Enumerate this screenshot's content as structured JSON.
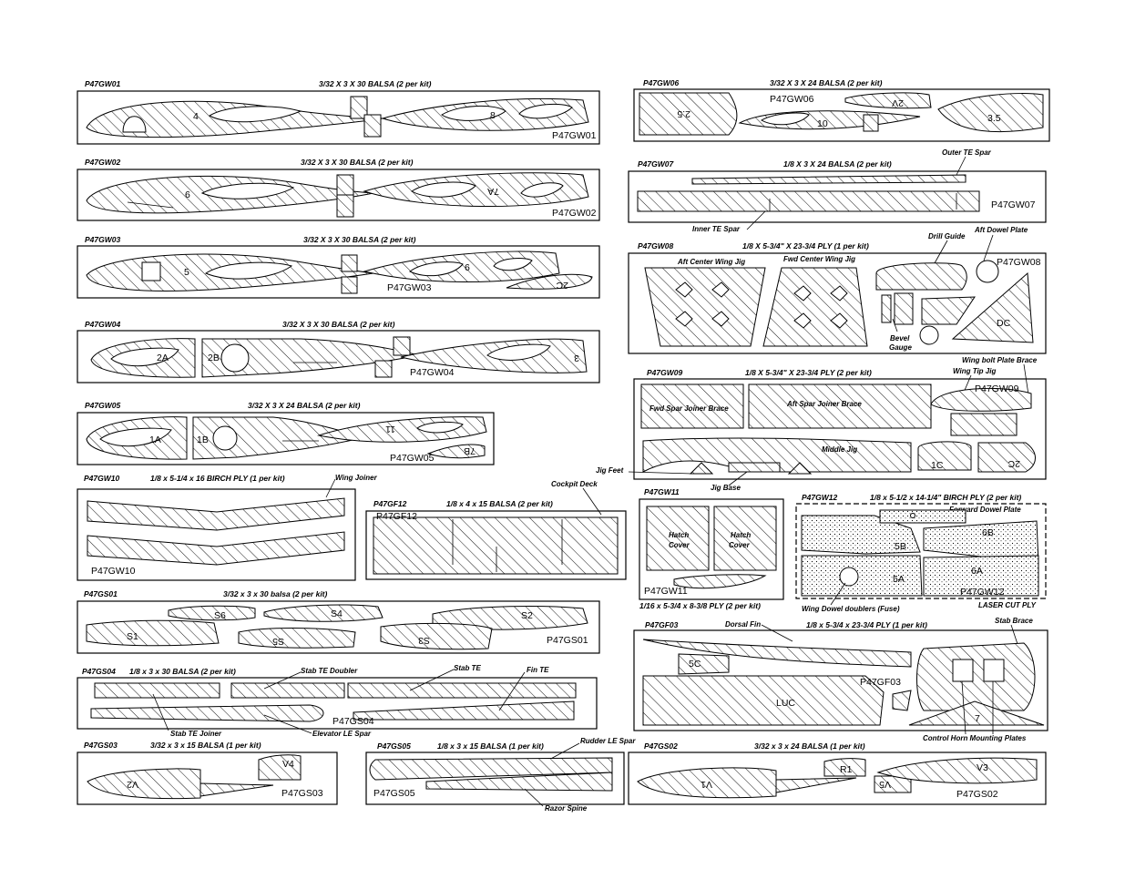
{
  "sheets": {
    "gw01": {
      "id": "P47GW01",
      "spec": "3/32 X 3 X 30 BALSA (2 per kit)",
      "stamp": "P47GW01",
      "parts": [
        "4",
        "8"
      ]
    },
    "gw02": {
      "id": "P47GW02",
      "spec": "3/32 X 3 X 30 BALSA (2 per kit)",
      "stamp": "P47GW02",
      "parts": [
        "6",
        "7A"
      ]
    },
    "gw03": {
      "id": "P47GW03",
      "spec": "3/32 X 3 X 30 BALSA (2 per kit)",
      "stamp": "P47GW03",
      "parts": [
        "5",
        "6",
        "2C"
      ]
    },
    "gw04": {
      "id": "P47GW04",
      "spec": "3/32 X 3 X 30 BALSA (2 per kit)",
      "stamp": "P47GW04",
      "parts": [
        "2A",
        "2B",
        "3"
      ]
    },
    "gw05": {
      "id": "P47GW05",
      "spec": "3/32 X 3 X 24 BALSA (2 per kit)",
      "stamp": "P47GW05",
      "parts": [
        "1A",
        "1B",
        "11",
        "7B"
      ]
    },
    "gw10": {
      "id": "P47GW10",
      "spec": "1/8 x 5-1/4 x 16 BIRCH PLY (1 per kit)",
      "stamp": "P47GW10",
      "callouts": [
        "Wing Joiner"
      ]
    },
    "gf12": {
      "id": "P47GF12",
      "spec": "1/8 x 4 x 15 BALSA (2 per kit)",
      "stamp": "P47GF12",
      "callouts": [
        "Cockpit Deck"
      ]
    },
    "gs01": {
      "id": "P47GS01",
      "spec": "3/32 x 3 x 30 balsa (2 per kit)",
      "stamp": "P47GS01",
      "parts": [
        "S6",
        "S4",
        "S2",
        "S1",
        "S5",
        "S3"
      ]
    },
    "gs04": {
      "id": "P47GS04",
      "spec": "1/8 x 3 x 30 BALSA (2 per kit)",
      "stamp": "P47GS04",
      "callouts": [
        "Stab TE Doubler",
        "Stab TE",
        "Fin TE",
        "Stab TE Joiner",
        "Elevator LE Spar"
      ]
    },
    "gs03": {
      "id": "P47GS03",
      "spec": "3/32 x 3 x 15 BALSA (1 per kit)",
      "stamp": "P47GS03",
      "parts": [
        "V4",
        "V2"
      ]
    },
    "gs05": {
      "id": "P47GS05",
      "spec": "1/8 x 3 x 15 BALSA (1 per kit)",
      "stamp": "P47GS05",
      "callouts": [
        "Rudder LE Spar",
        "Razor Spine"
      ]
    },
    "gw06": {
      "id": "P47GW06",
      "spec": "3/32 X 3 X 24 BALSA (2 per kit)",
      "stamp": "P47GW06",
      "parts": [
        "2.5",
        "2V",
        "10",
        "3.5"
      ]
    },
    "gw07": {
      "id": "P47GW07",
      "spec": "1/8 X 3 X 24 BALSA (2 per kit)",
      "stamp": "P47GW07",
      "callouts": [
        "Outer TE Spar",
        "Inner TE Spar"
      ]
    },
    "gw08": {
      "id": "P47GW08",
      "spec": "1/8 X 5-3/4\" X 23-3/4 PLY (1 per kit)",
      "stamp": "P47GW08",
      "callouts": [
        "Drill Guide",
        "Aft Dowel Plate",
        "Bevel",
        "Gauge"
      ],
      "labels": [
        "Aft Center Wing Jig",
        "Fwd Center Wing Jig"
      ],
      "parts": [
        "DC"
      ]
    },
    "gw09": {
      "id": "P47GW09",
      "spec": "1/8 X 5-3/4\" X 23-3/4 PLY (2 per kit)",
      "stamp": "P47GW09",
      "callouts": [
        "Wing bolt Plate Brace",
        "Wing Tip Jig",
        "Jig Feet",
        "Jig Base"
      ],
      "labels": [
        "Fwd Spar Joiner Brace",
        "Aft Spar Joiner Brace",
        "Middle Jig"
      ],
      "parts": [
        "1C",
        "2C"
      ]
    },
    "gw11": {
      "id": "P47GW11",
      "spec": "1/16 x 5-3/4 x 8-3/8 PLY (2 per kit)",
      "stamp": "P47GW11",
      "labels": [
        "Hatch",
        "Cover",
        "Hatch",
        "Cover"
      ]
    },
    "gw12": {
      "id": "P47GW12",
      "spec": "1/8 x 5-1/2 x 14-1/4\" BIRCH PLY (2 per kit)",
      "stamp": "P47GW12",
      "callouts": [
        "Forward Dowel Plate",
        "Wing Dowel doublers (Fuse)",
        "LASER CUT PLY"
      ],
      "parts": [
        "5B",
        "6B",
        "5A",
        "6A"
      ]
    },
    "gf03": {
      "id": "P47GF03",
      "spec": "1/8 x 5-3/4 x 23-3/4 PLY (1 per kit)",
      "stamp": "P47GF03",
      "callouts": [
        "Dorsal Fin",
        "Stab Brace",
        "Control Horn Mounting Plates"
      ],
      "parts": [
        "5C",
        "LUC",
        "7"
      ]
    },
    "gs02": {
      "id": "P47GS02",
      "spec": "3/32 x 3 x 24 BALSA (1 per kit)",
      "stamp": "P47GS02",
      "parts": [
        "V1",
        "R1",
        "V5",
        "V3"
      ]
    }
  }
}
